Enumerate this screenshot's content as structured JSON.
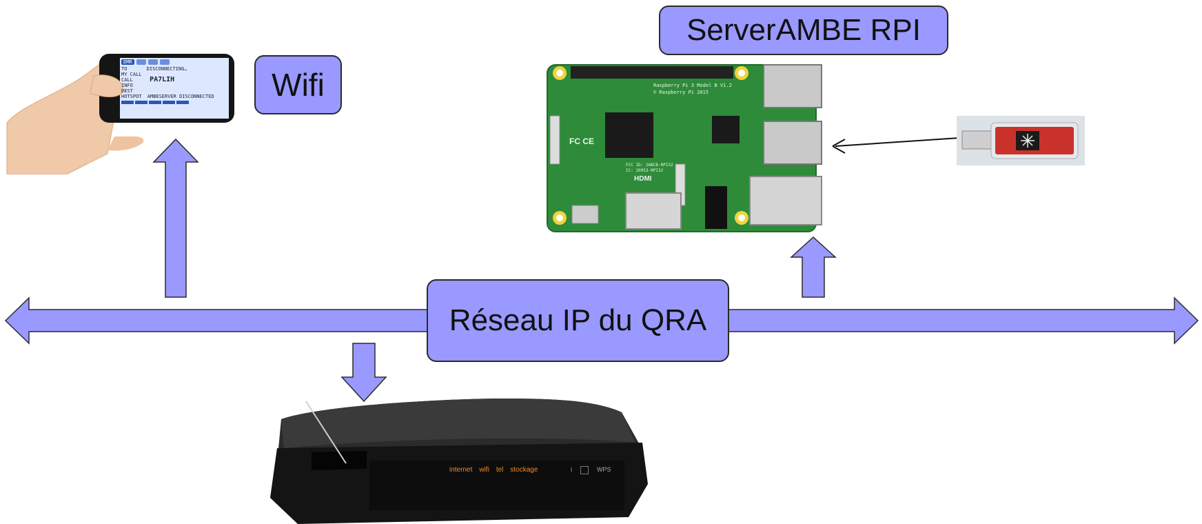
{
  "labels": {
    "server": "ServerAMBE RPI",
    "wifi": "Wifi",
    "network": "Réseau IP du QRA"
  },
  "phone_screen": {
    "mode_button": "DMR",
    "to_label": "TO",
    "to_value": "DISCONNECTING…",
    "my_call_label": "MY CALL",
    "call_label": "CALL",
    "call_value": "PA7LIH",
    "info_label": "INFO",
    "dest_label": "DEST",
    "hotspot_label": "HOTSPOT",
    "hotspot_value": "AMBESERVER DISCONNECTED"
  },
  "router": {
    "internet_label": "internet",
    "wifi_label": "wifi",
    "tel_label": "tel",
    "stockage_label": "stockage",
    "info_label": "i",
    "wps_label": "WPS"
  },
  "rpi_board": {
    "model_text": "Raspberry Pi 3 Model B V1.2",
    "copyright_text": "© Raspberry Pi 2015",
    "hdmi_text": "HDMI",
    "fcc_text": "FCC ID: 2ABCB-RPI32",
    "ic_text": "IC: 20953-RPI32",
    "ce_text": "FC CE"
  },
  "colors": {
    "arrow_fill": "#9999ff",
    "arrow_stroke": "#2a2a2a",
    "box_fill": "#9999ff",
    "pcb_green": "#2e8b3a"
  }
}
